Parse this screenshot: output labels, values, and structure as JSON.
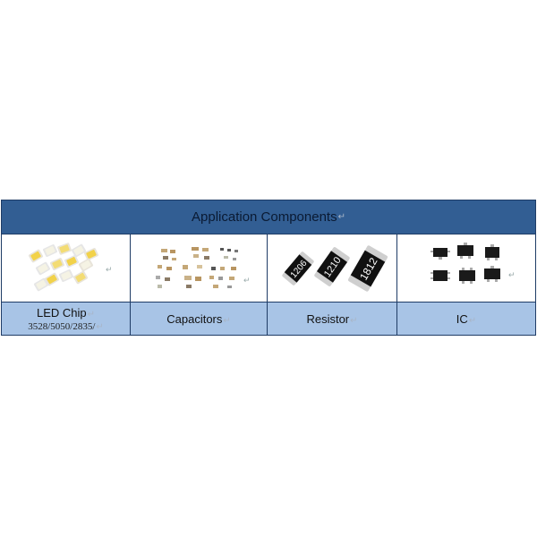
{
  "table": {
    "header": "Application Components",
    "mark": "↵",
    "columns": [
      {
        "label": "LED Chip",
        "sub": "3528/5050/2835/"
      },
      {
        "label": "Capacitors"
      },
      {
        "label": "Resistor",
        "chip_codes": [
          "1206",
          "1210",
          "1812"
        ]
      },
      {
        "label": "IC"
      }
    ]
  },
  "colors": {
    "header_bg": "#325e93",
    "label_bg": "#a8c4e6",
    "border": "#1f3c66"
  }
}
